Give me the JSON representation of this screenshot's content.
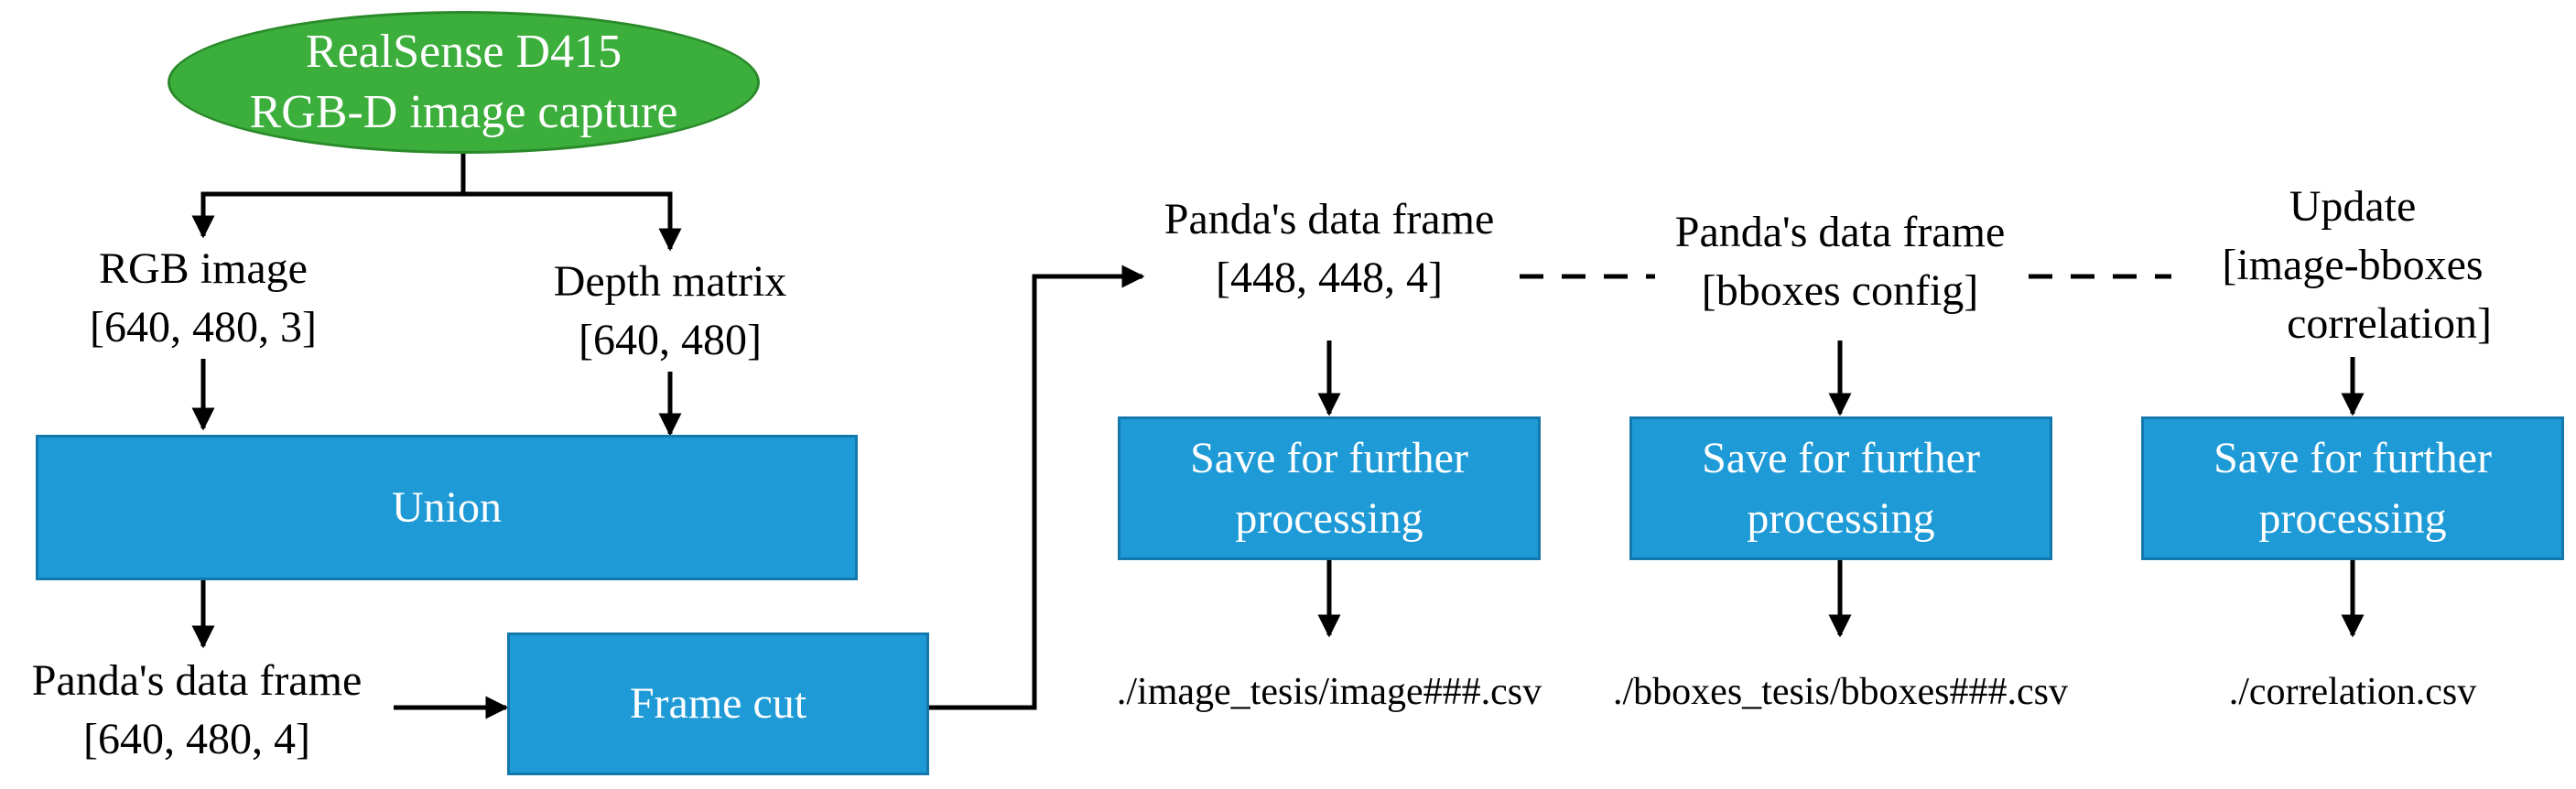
{
  "colors": {
    "start_fill": "#3cae3c",
    "process_fill": "#1e9ad6",
    "arrow": "#000000",
    "text_on_box": "#ffffff"
  },
  "nodes": {
    "capture": [
      "RealSense D415",
      "RGB-D image capture"
    ],
    "rgb": [
      "RGB image",
      "[640, 480, 3]"
    ],
    "depth": [
      "Depth matrix",
      "[640, 480]"
    ],
    "union": "Union",
    "pdf_640": [
      "Panda's data frame",
      "[640, 480, 4]"
    ],
    "frame_cut": "Frame cut",
    "pdf_448": [
      "Panda's data frame",
      "[448, 448, 4]"
    ],
    "pdf_bboxes": [
      "Panda's data frame",
      "[bboxes config]"
    ],
    "update": [
      "Update",
      "[image-bboxes",
      "correlation]"
    ],
    "save_1": [
      "Save for further",
      "processing"
    ],
    "save_2": [
      "Save for further",
      "processing"
    ],
    "save_3": [
      "Save for further",
      "processing"
    ],
    "out_1": "./image_tesis/image###.csv",
    "out_2": "./bboxes_tesis/bboxes###.csv",
    "out_3": "./correlation.csv"
  }
}
